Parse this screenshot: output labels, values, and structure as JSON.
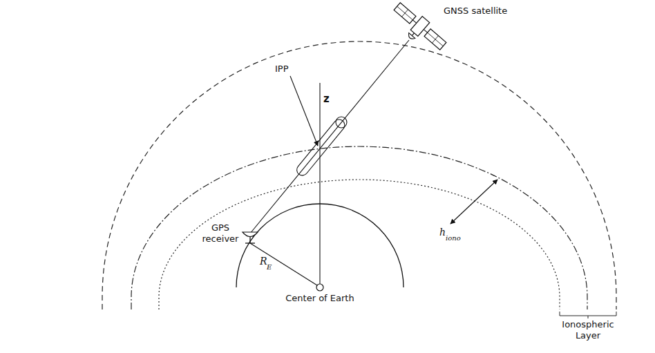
{
  "diagram": {
    "labels": [
      "GNSS satellite",
      "IPP",
      "z",
      "GPS receiver",
      "R",
      "E",
      "h",
      "iono",
      "Center of Earth",
      "Ionospheric Layer"
    ]
  }
}
